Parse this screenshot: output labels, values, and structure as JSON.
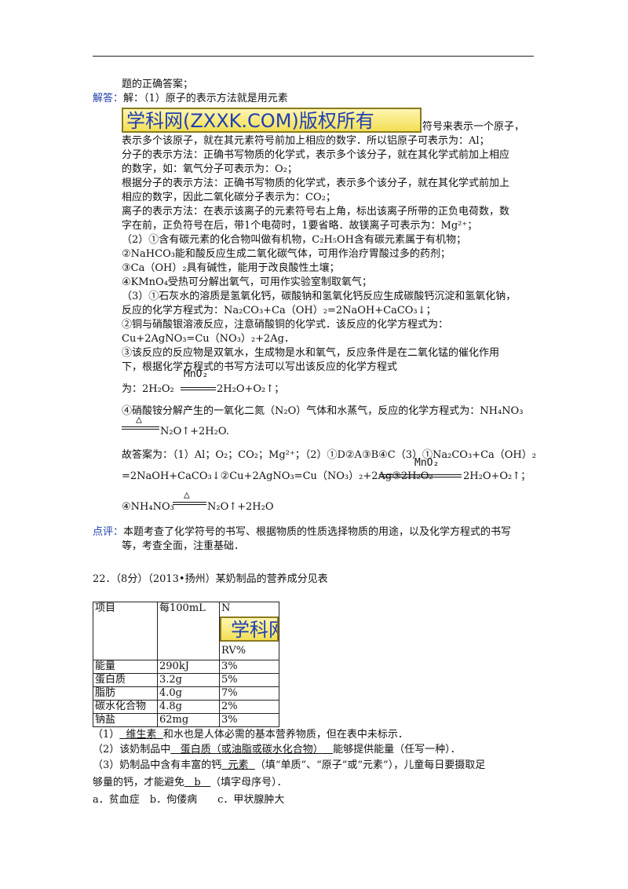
{
  "lines": [
    "题的正确答案；",
    "解：（1）原子的表示方法就是用元素",
    "符号来表示一个原子，",
    "表示多个该原子，就在其元素符号前加上相应的数字．所以铝原子可表示为：Al；",
    "分子的表示方法：正确书写物质的化学式，表示多个该分子，就在其化学式前加上相应",
    "的数字，如：氧气分子可表示为：O₂；",
    "根据分子的表示方法：正确书写物质的化学式，表示多个该分子，就在其化学式前加上",
    "相应的数字，因此二氧化碳分子表示为：CO₂；",
    "离子的表示方法：在表示该离子的元素符号右上角，标出该离子所带的正负电荷数，数",
    "字在前，正负符号在后，带1个电荷时，1要省略．故镁离子可表示为：Mg²⁺；",
    "（2）①含有碳元素的化合物叫做有机物，C₂H₅OH含有碳元素属于有机物；",
    "②NaHCO₃能和酸反应生成二氧化碳气体，可用作治疗胃酸过多的药剂；",
    "③Ca（OH）₂具有碱性，能用于改良酸性土壤；",
    "④KMnO₄受热可分解出氧气，可用作实验室制取氧气；",
    "（3）①石灰水的溶质是氢氧化钙，碳酸钠和氢氧化钙反应生成碳酸钙沉淀和氢氧化钠，",
    "反应的化学方程式为：Na₂CO₃+Ca（OH）₂=2NaOH+CaCO₃↓；",
    "②铜与硝酸银溶液反应，注意硝酸铜的化学式．该反应的化学方程式为：",
    "Cu+2AgNO₃=Cu（NO₃）₂+2Ag．",
    "③该反应的反应物是双氧水，生成物是水和氧气，反应条件是在二氧化锰的催化作用",
    "下，根据化学方程式的书写方法可以写出该反应的化学方程式",
    "为：2H₂O₂",
    "2H₂O+O₂↑；",
    "④硝酸铵分解产生的一氧化二氮（N₂O）气体和水蒸气，反应的化学方程式为：NH₄NO₃",
    "N₂O↑+2H₂O.",
    "故答案为：（1）Al；O₂；CO₂；Mg²⁺；（2）①D②A③B④C（3）①Na₂CO₃+Ca（OH）₂",
    "=2NaOH+CaCO₃↓②Cu+2AgNO₃=Cu（NO₃）₂+2Ag③2H₂O₂",
    "2H₂O+O₂↑；",
    "④NH₄NO₃",
    "N₂O↑+2H₂O",
    "本题考查了化学符号的书写、根据物质的性质选择物质的用途，以及化学方程式的书写",
    "等，考查全面，注重基础．",
    "22．（8分）（2013•扬州）某奶制品的营养成分见表",
    "（1）",
    "和水也是人体必需的基本营养物质，但在表中未标示．",
    "（2）该奶制品中",
    "能够提供能量（任写一种）．",
    "（3）奶制品中含有丰富的钙",
    "（填“单质”、“原子”或“元素”），儿童每日要摄取足",
    "够量的钙，才能避免",
    "（填字母序号）．",
    "a．贫血症　b．佝偻病　　c．甲状腺肿大"
  ],
  "labels": {
    "answer": "解答：",
    "comment": "点评："
  },
  "watermark": "学科网(ZXXK.COM)版权所有",
  "watermark_small": "学科网",
  "conditions": {
    "mno2": "MnO₂",
    "heat": "△"
  },
  "blanks": {
    "b1": "维生素",
    "b2": "蛋白质（或油脂或碳水化合物）",
    "b3": "元素",
    "b4": "b"
  },
  "table": {
    "headers": [
      "项目",
      "每100mL",
      "N",
      "RV%"
    ],
    "rows": [
      [
        "能量",
        "290kJ",
        "3%"
      ],
      [
        "蛋白质",
        "3.2g",
        "5%"
      ],
      [
        "脂肪",
        "4.0g",
        "7%"
      ],
      [
        "碳水化合物",
        "4.8g",
        "2%"
      ],
      [
        "钠盐",
        "62mg",
        "3%"
      ]
    ]
  },
  "colors": {
    "label": "#1f3da8",
    "watermark_text": "#1f3fb4",
    "watermark_bg": "#f3df55"
  }
}
